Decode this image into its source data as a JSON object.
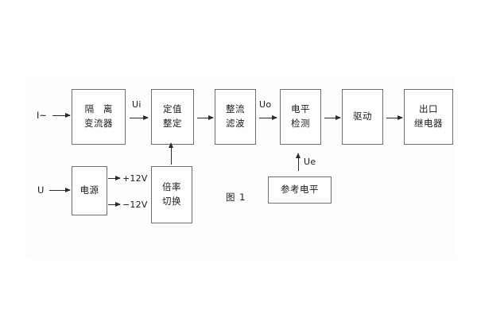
{
  "figure": {
    "caption": "图 1",
    "type": "block-diagram",
    "blocks": [
      {
        "id": "isolation-ct",
        "lines": [
          "隔 离",
          "变流器"
        ]
      },
      {
        "id": "setting-value",
        "lines": [
          "定值",
          "整定"
        ]
      },
      {
        "id": "rectifier-filter",
        "lines": [
          "整流",
          "滤波"
        ]
      },
      {
        "id": "level-detection",
        "lines": [
          "电平",
          "检测"
        ]
      },
      {
        "id": "drive",
        "lines": [
          "驱动"
        ]
      },
      {
        "id": "output-relay",
        "lines": [
          "出口",
          "继电器"
        ]
      },
      {
        "id": "power-supply",
        "lines": [
          "电源"
        ]
      },
      {
        "id": "ratio-switch",
        "lines": [
          "倍率",
          "切换"
        ]
      },
      {
        "id": "reference-level",
        "lines": [
          "参考电平"
        ]
      }
    ],
    "inputs": {
      "current": "I~",
      "voltage": "U"
    },
    "signals": {
      "ui": "Ui",
      "uo": "Uo",
      "ue": "Ue"
    },
    "rails": {
      "positive": "+12V",
      "negative": "−12V"
    },
    "colors": {
      "block_border": "#6f6f6f",
      "arrow": "#2b2b2b",
      "text": "#1a1a1a",
      "background": "#ffffff"
    }
  }
}
